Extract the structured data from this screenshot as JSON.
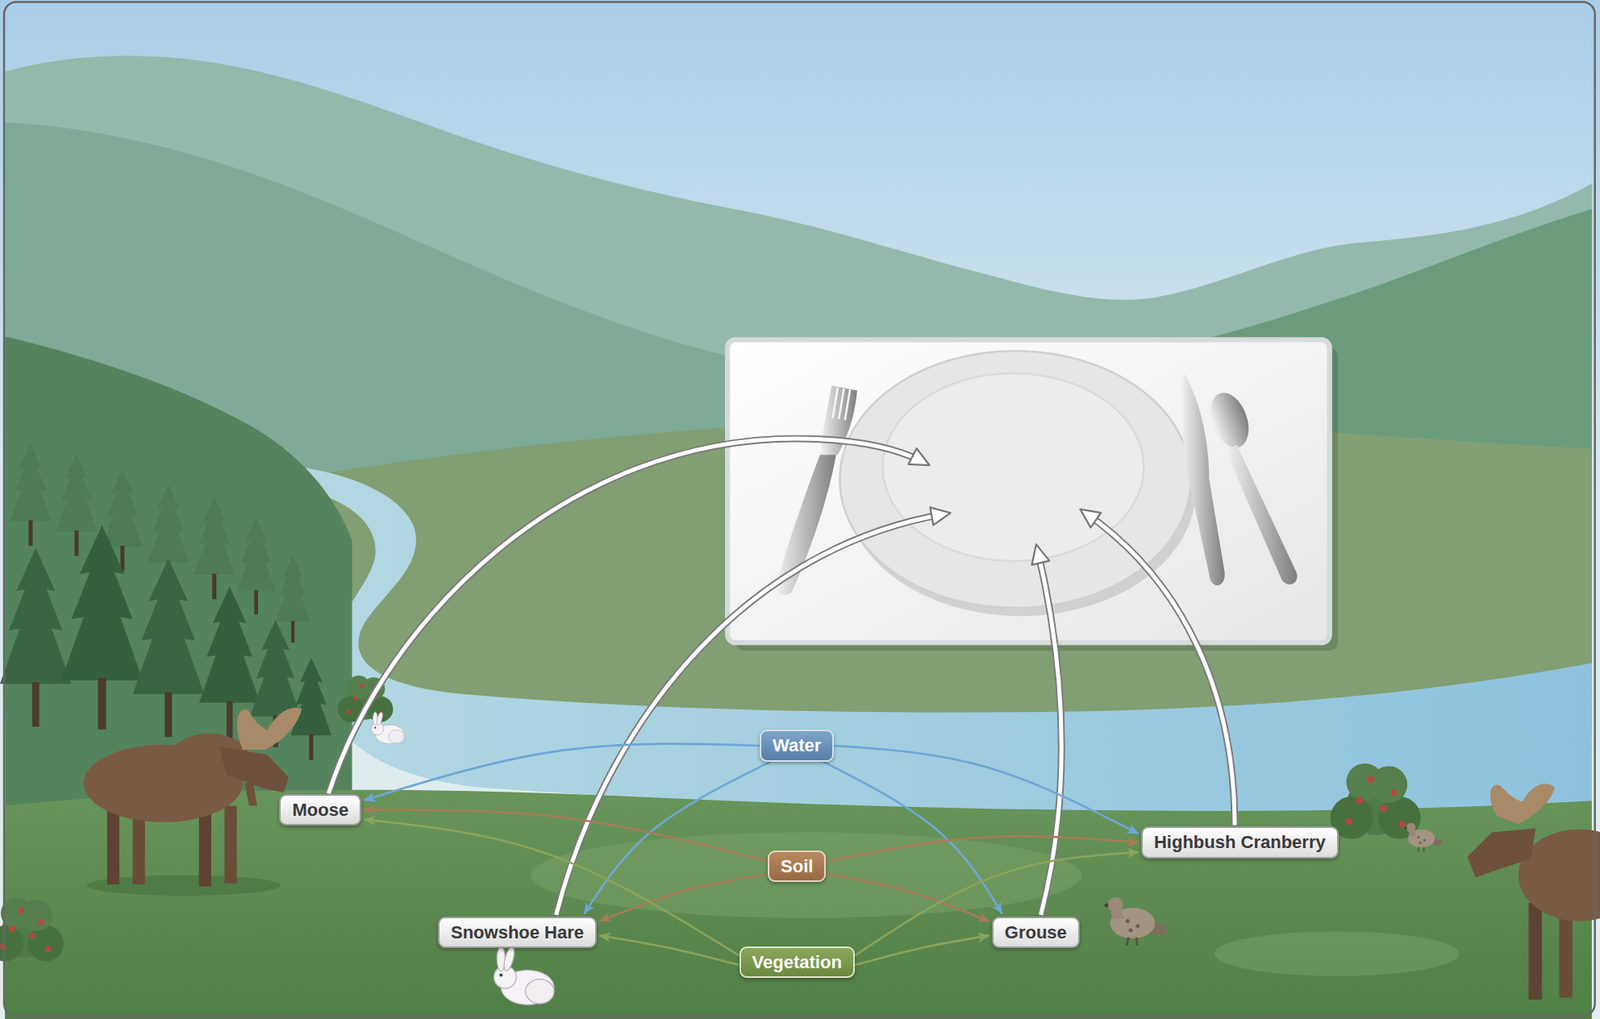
{
  "diagram": {
    "nodes": [
      {
        "text": [
          "Water"
        ]
      },
      {
        "text": [
          "Moose"
        ]
      },
      {
        "text": [
          "Highbush Cranberry"
        ]
      },
      {
        "text": [
          "Soil"
        ]
      },
      {
        "text": [
          "Snowshoe Hare"
        ]
      },
      {
        "text": [
          "Grouse"
        ]
      },
      {
        "text": [
          "Vegetation"
        ]
      }
    ],
    "edges": [
      {
        "from": 0,
        "to": 1,
        "arrow": "to"
      },
      {
        "from": 0,
        "to": 4,
        "arrow": "to"
      },
      {
        "from": 0,
        "to": 5,
        "arrow": "to"
      },
      {
        "from": 0,
        "to": 2,
        "arrow": "to"
      },
      {
        "from": 3,
        "to": 1,
        "arrow": "to"
      },
      {
        "from": 3,
        "to": 4,
        "arrow": "to"
      },
      {
        "from": 3,
        "to": 5,
        "arrow": "to"
      },
      {
        "from": 3,
        "to": 2,
        "arrow": "to"
      },
      {
        "from": 6,
        "to": 1,
        "arrow": "to"
      },
      {
        "from": 6,
        "to": 4,
        "arrow": "to"
      },
      {
        "from": 6,
        "to": 5,
        "arrow": "to"
      },
      {
        "from": 6,
        "to": 2,
        "arrow": "to"
      }
    ]
  }
}
